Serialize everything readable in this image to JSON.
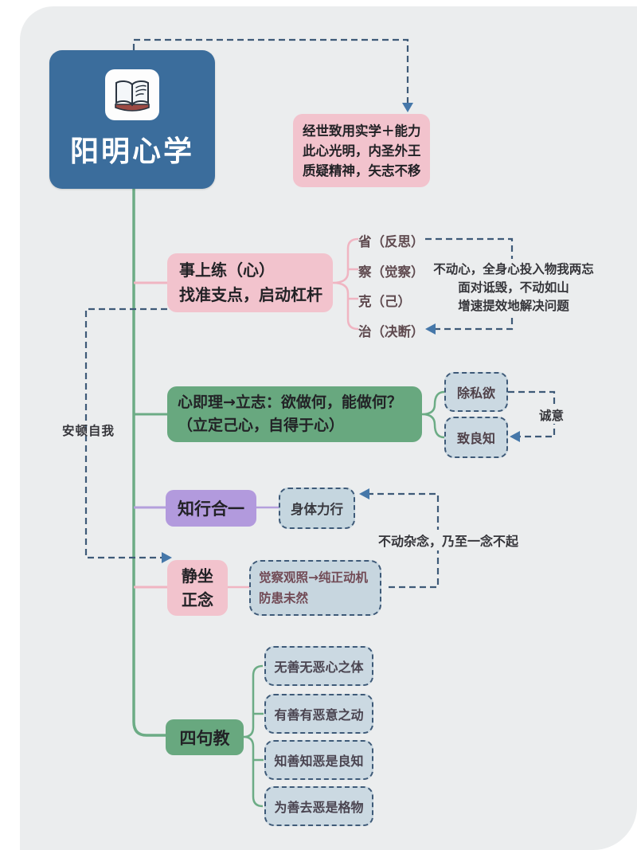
{
  "root": {
    "title": "阳明心学",
    "icon": "open-book-icon"
  },
  "top_note": {
    "line1": "经世致用实学＋能力",
    "line2": "此心光明，内圣外王",
    "line3": "质疑精神，矢志不移"
  },
  "practice": {
    "line1": "事上练（心）",
    "line2": "找准支点，启动杠杆",
    "items": [
      "省（反思）",
      "察（觉察）",
      "克（己）",
      "治（决断）"
    ],
    "note_line1": "不动心，全身心投入物我两忘",
    "note_line2": "面对诋毁，不动如山",
    "note_line3": "增速提效地解决问题"
  },
  "mind_principle": {
    "line1": "心即理→立志：欲做何，能做何？",
    "line2": "（立定己心，自得于心）",
    "children": [
      "除私欲",
      "致良知"
    ],
    "loop_label": "诚意"
  },
  "unity": {
    "label": "知行合一",
    "child": "身体力行",
    "note": "不动杂念，乃至一念不起"
  },
  "meditation": {
    "line1": "静坐",
    "line2": "正念",
    "child_line1": "觉察观照→纯正动机",
    "child_line2": "防患未然"
  },
  "four_teachings": {
    "label": "四句教",
    "items": [
      "无善无恶心之体",
      "有善有恶意之动",
      "知善知恶是良知",
      "为善去恶是格物"
    ]
  },
  "side_note": "安顿自我",
  "colors": {
    "background": "#ebedee",
    "root_blue": "#3b6d9c",
    "node_pink": "#f2c3cd",
    "node_green": "#68a87f",
    "node_purple": "#b29add",
    "dashed_fill": "#cbd9e2",
    "dash_stroke": "#3e5a78",
    "arrow_blue": "#4577a9",
    "trunk_green": "#6cac85",
    "branch_pink": "#f0b5c2",
    "branch_purple": "#b4a0dc"
  }
}
